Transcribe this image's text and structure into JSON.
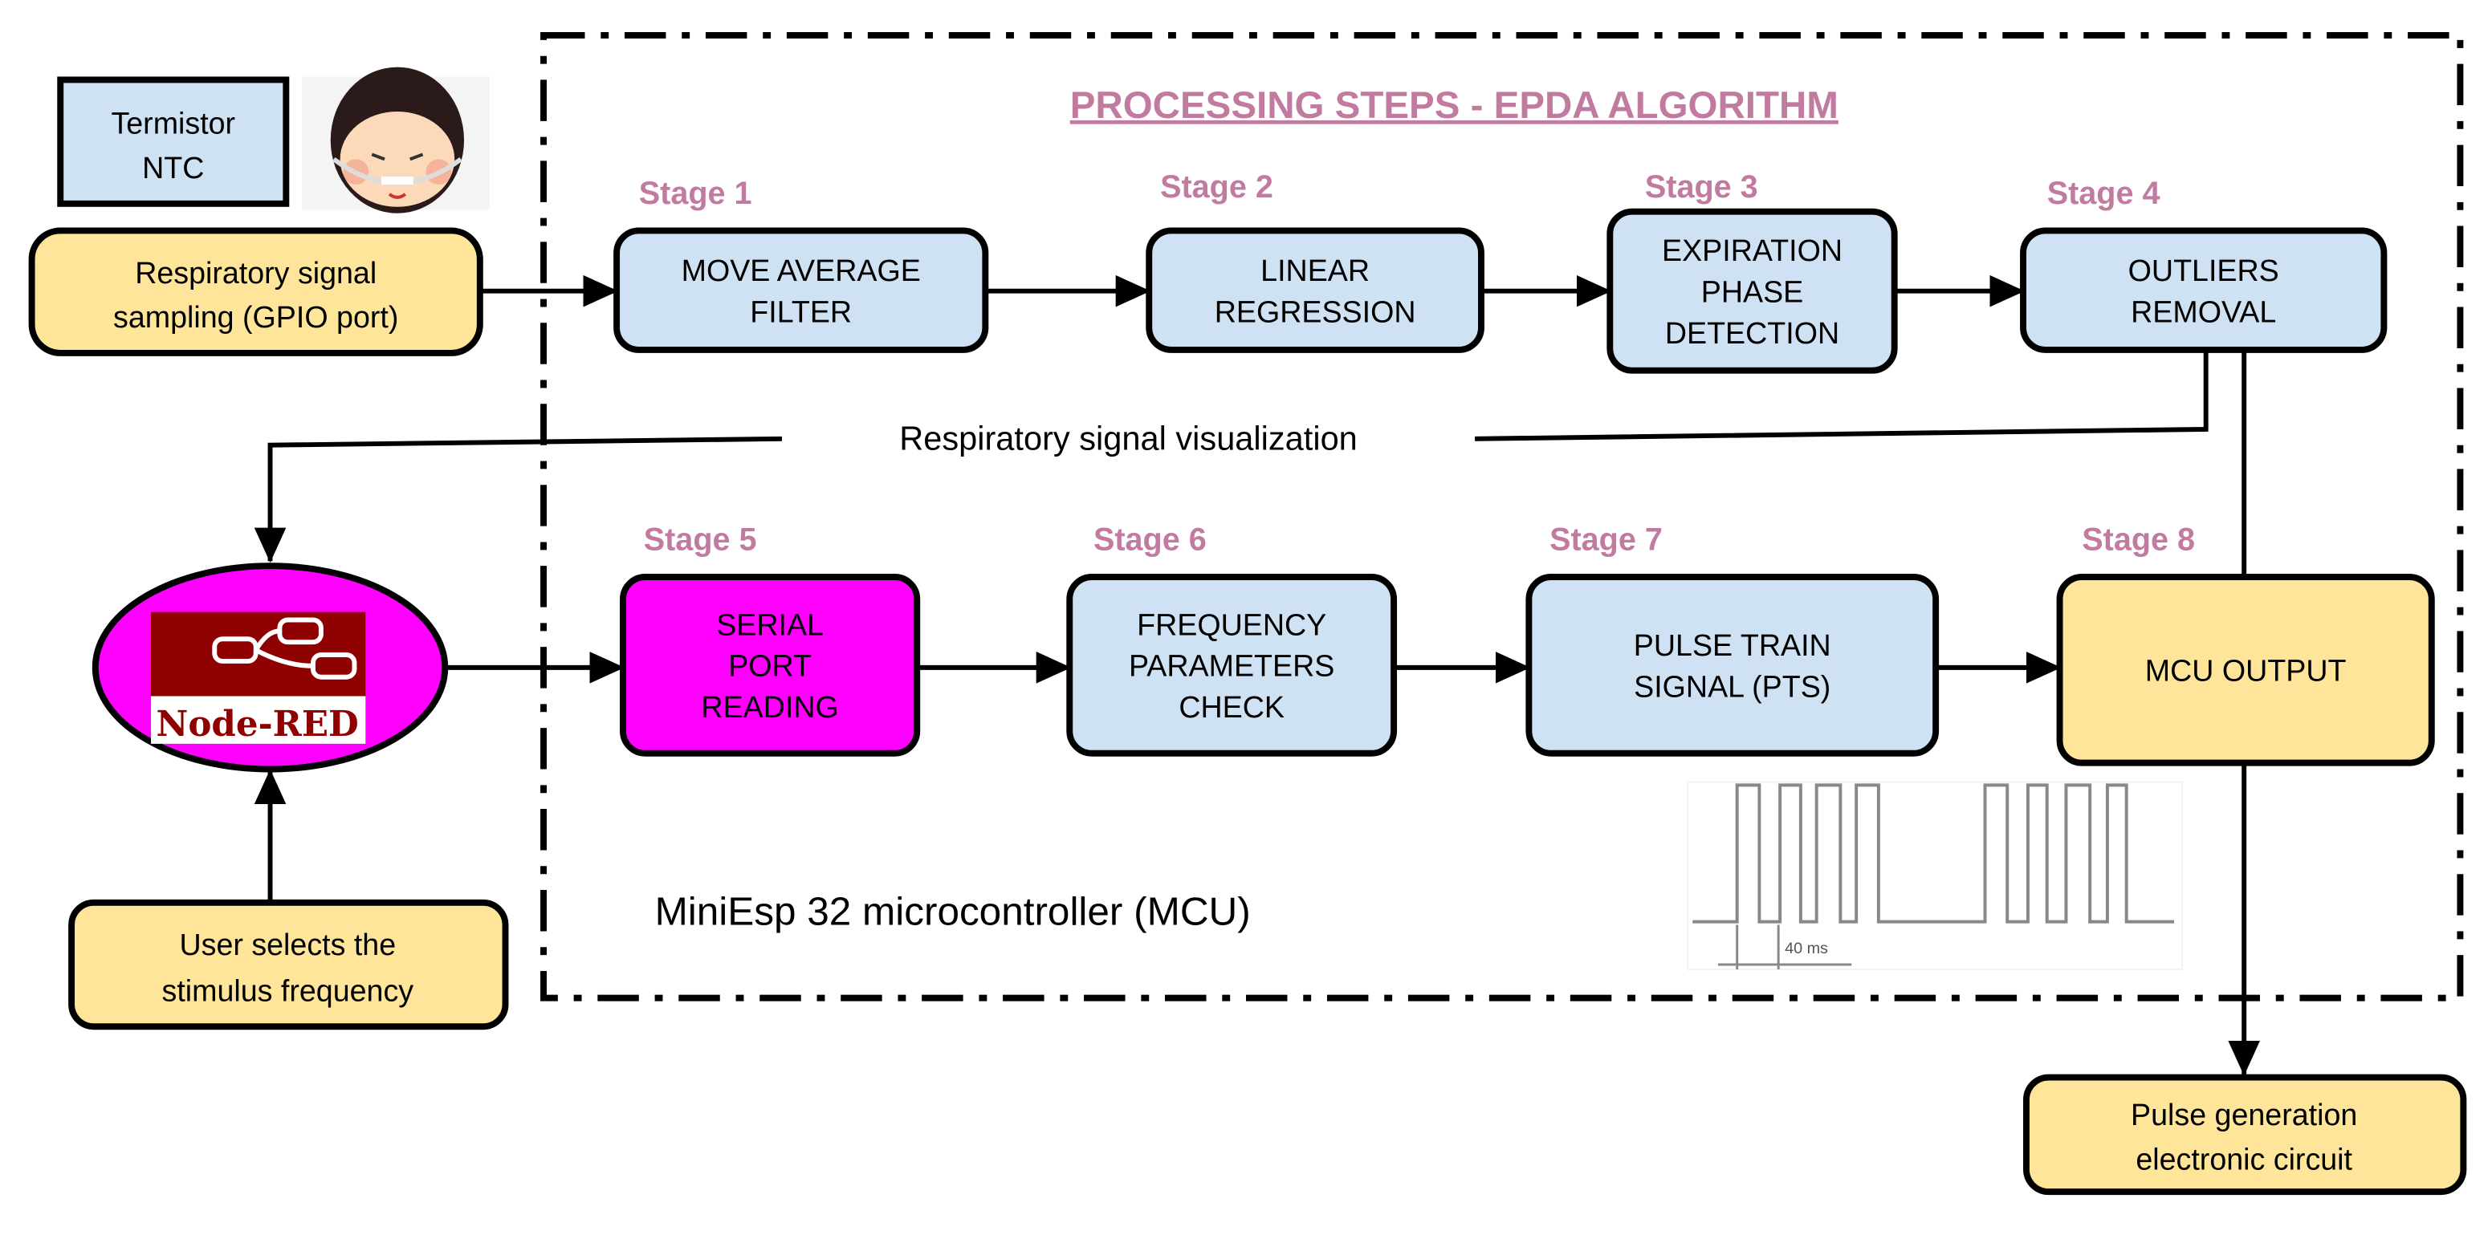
{
  "title": "PROCESSING STEPS - EPDA ALGORITHM",
  "colors": {
    "stage_label": "#c27ba0",
    "blue_box": "#cfe2f3",
    "yellow_box": "#ffe599",
    "magenta": "#ff00ff",
    "nodered": "#8f0000"
  },
  "sensor": {
    "line1": "Termistor",
    "line2": "NTC"
  },
  "sampling": {
    "line1": "Respiratory signal",
    "line2": "sampling (GPIO port)"
  },
  "stages": [
    {
      "label": "Stage 1",
      "lines": [
        "MOVE AVERAGE",
        "FILTER"
      ]
    },
    {
      "label": "Stage 2",
      "lines": [
        "LINEAR",
        "REGRESSION"
      ]
    },
    {
      "label": "Stage 3",
      "lines": [
        "EXPIRATION",
        "PHASE",
        "DETECTION"
      ]
    },
    {
      "label": "Stage 4",
      "lines": [
        "OUTLIERS",
        "REMOVAL"
      ]
    },
    {
      "label": "Stage 5",
      "lines": [
        "SERIAL",
        "PORT",
        "READING"
      ]
    },
    {
      "label": "Stage 6",
      "lines": [
        "FREQUENCY",
        "PARAMETERS",
        "CHECK"
      ]
    },
    {
      "label": "Stage 7",
      "lines": [
        "PULSE TRAIN",
        "SIGNAL (PTS)"
      ]
    },
    {
      "label": "Stage 8",
      "lines": [
        "MCU OUTPUT"
      ]
    }
  ],
  "visualization_label": "Respiratory signal visualization",
  "nodered_logo": "Node-RED",
  "user": {
    "line1": "User selects the",
    "line2": "stimulus frequency"
  },
  "mcu_label": "MiniEsp 32 microcontroller (MCU)",
  "pulse_gen": {
    "line1": "Pulse generation",
    "line2": "electronic circuit"
  },
  "pulse_train": {
    "period_label": "40 ms"
  }
}
